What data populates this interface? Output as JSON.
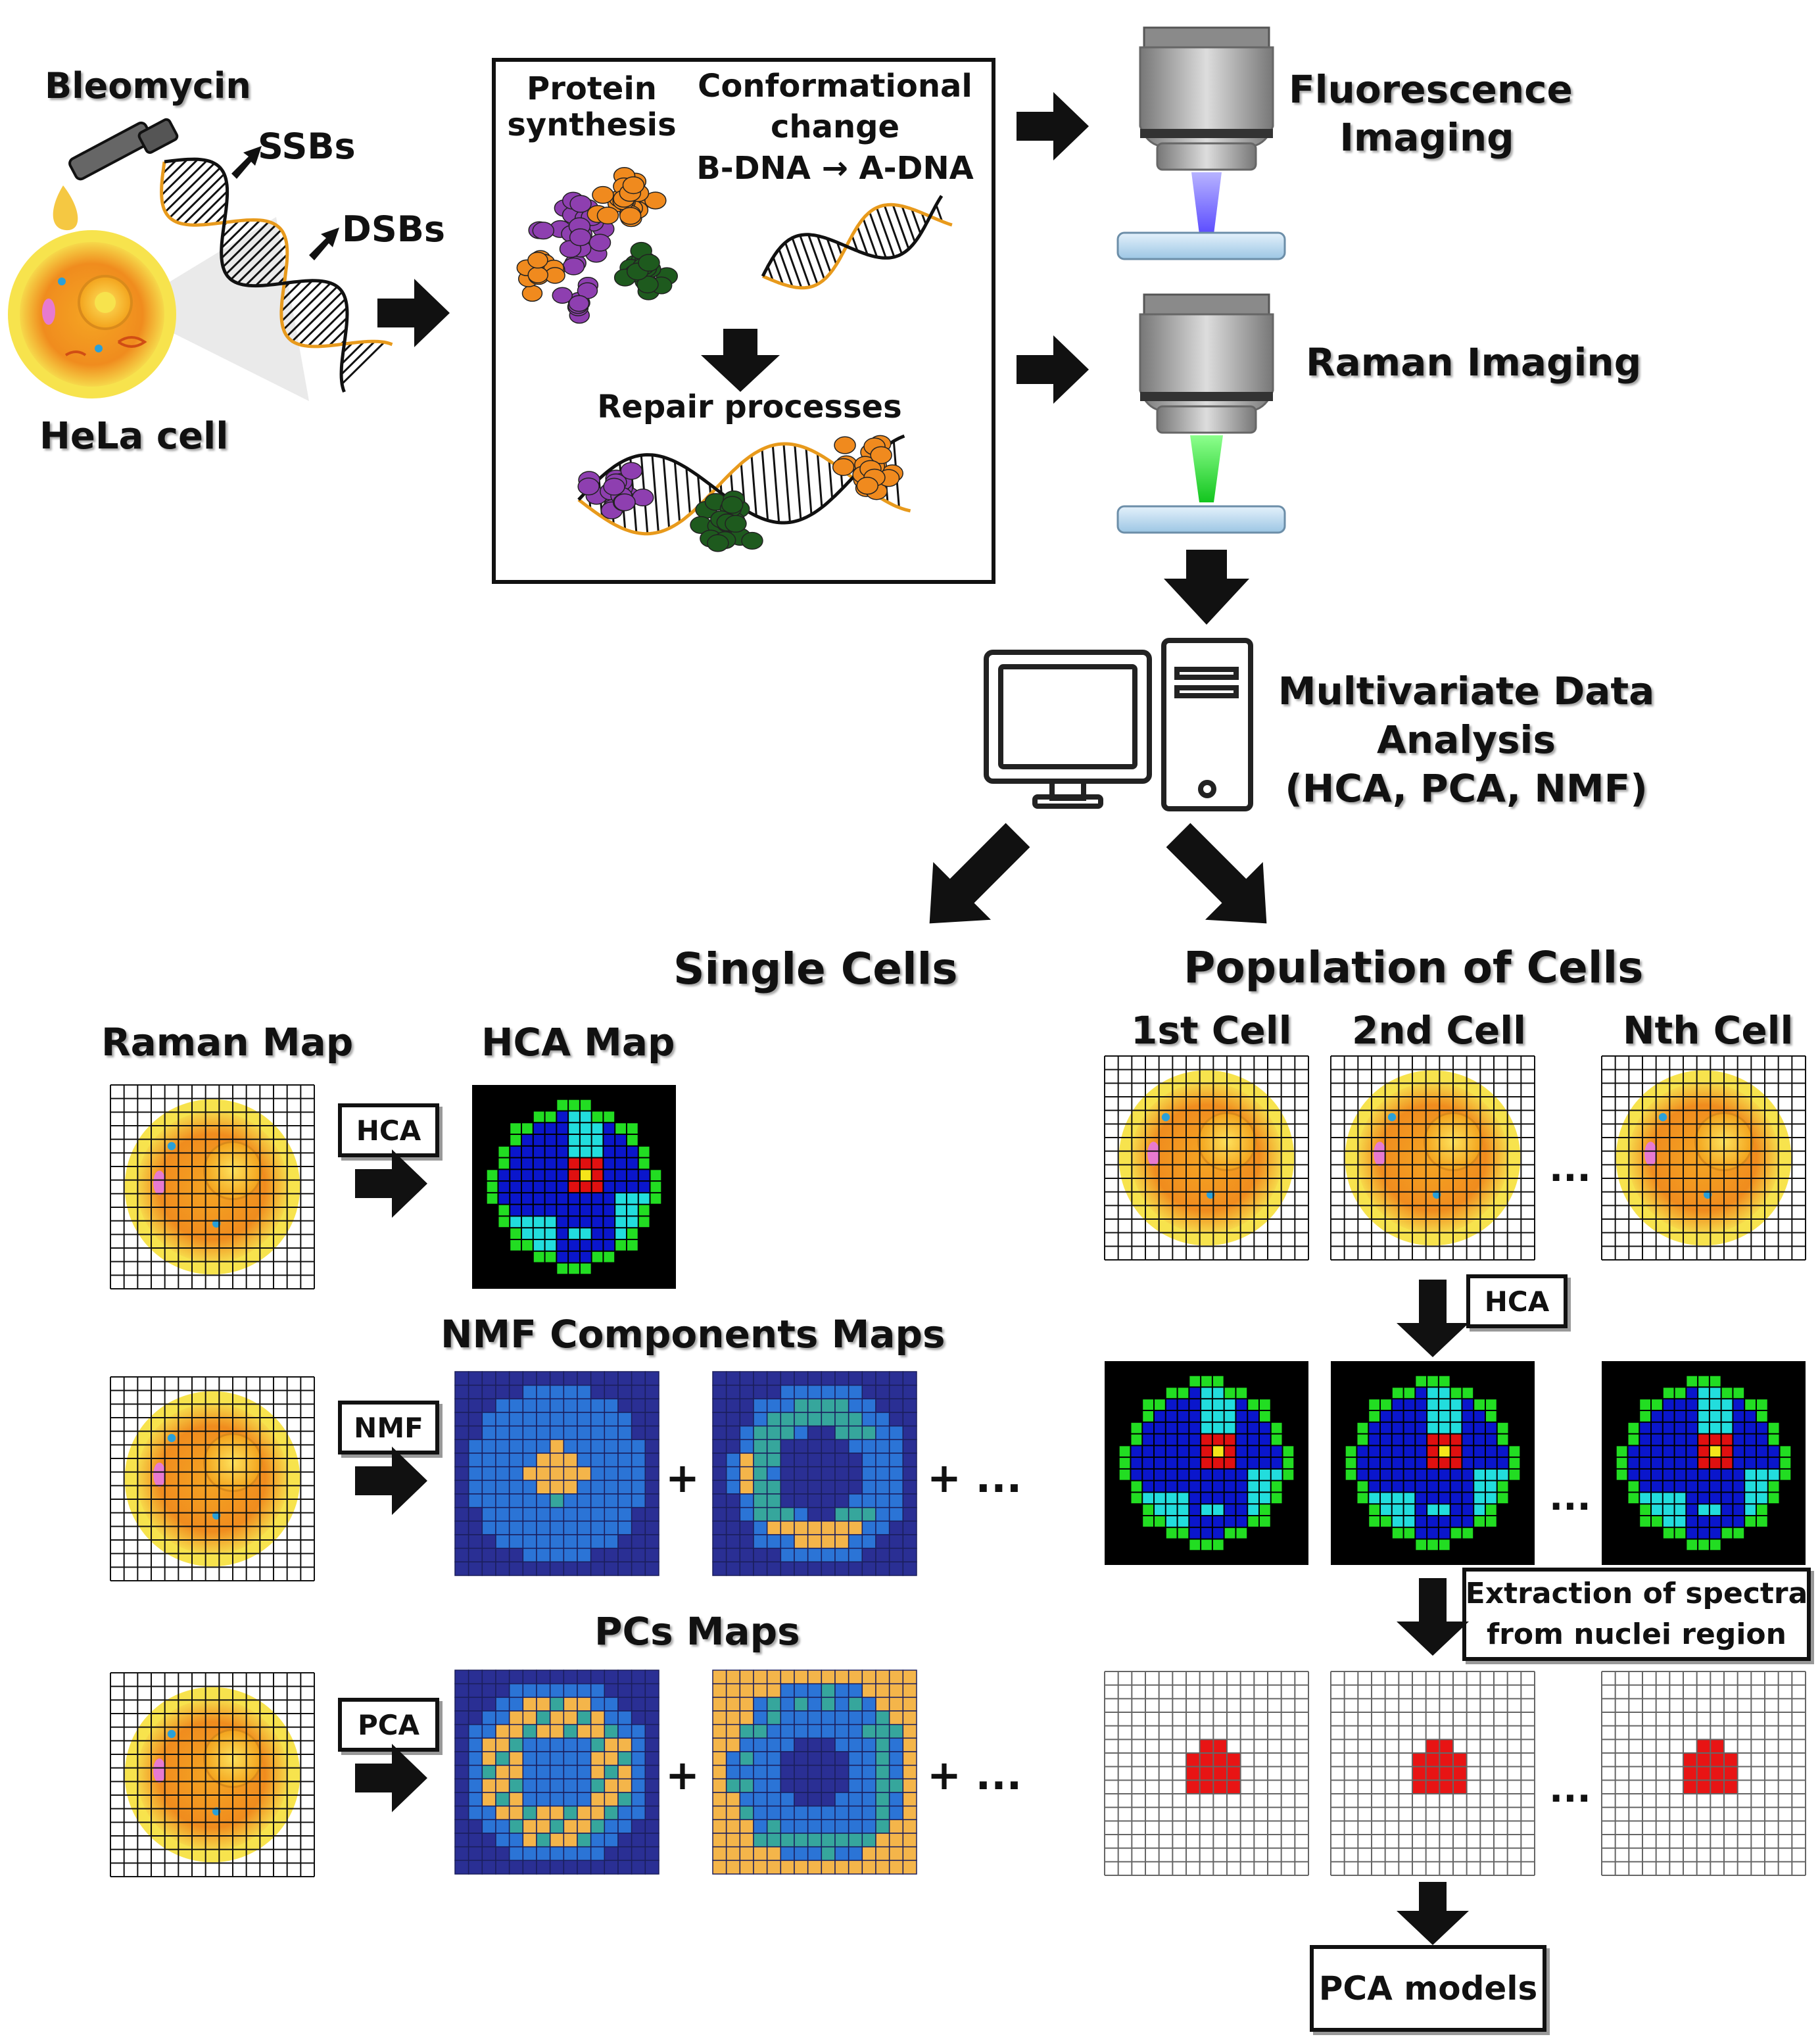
{
  "title_region": {
    "bleomycin": "Bleomycin",
    "ssbs": "SSBs",
    "dsbs": "DSBs",
    "hela_cell": "HeLa cell"
  },
  "process_box": {
    "protein_synthesis": "Protein\nsynthesis",
    "conformational": "Conformational\nchange\nB-DNA → A-DNA",
    "repair": "Repair processes"
  },
  "imaging": {
    "fluorescence": "Fluorescence\nImaging",
    "raman": "Raman Imaging",
    "fluorescence_color": "#8a7cff",
    "raman_color": "#22dd33"
  },
  "analysis": {
    "label": "Multivariate Data\nAnalysis\n(HCA, PCA, NMF)"
  },
  "single": {
    "heading": "Single Cells",
    "raman_map": "Raman Map",
    "hca_map": "HCA Map",
    "nmf_title": "NMF Components Maps",
    "pcs_title": "PCs Maps",
    "hca_tag": "HCA",
    "nmf_tag": "NMF",
    "pca_tag": "PCA",
    "plus": "+",
    "plus_more": "+ ..."
  },
  "population": {
    "heading": "Population of Cells",
    "cell1": "1st Cell",
    "cell2": "2nd Cell",
    "cellN": "Nth Cell",
    "ellipsis": "...",
    "hca_tag": "HCA",
    "extraction": "Extraction of spectra\nfrom nuclei region",
    "pca_models": "PCA models"
  },
  "colors": {
    "hca": [
      "#000000",
      "#22dd22",
      "#0a16cc",
      "#22dddd",
      "#e01010",
      "#f5e51a"
    ],
    "nmf": [
      "#2a2f94",
      "#2b74d6",
      "#f4b54a",
      "#36a69c"
    ],
    "nucleus": "#e81414"
  }
}
